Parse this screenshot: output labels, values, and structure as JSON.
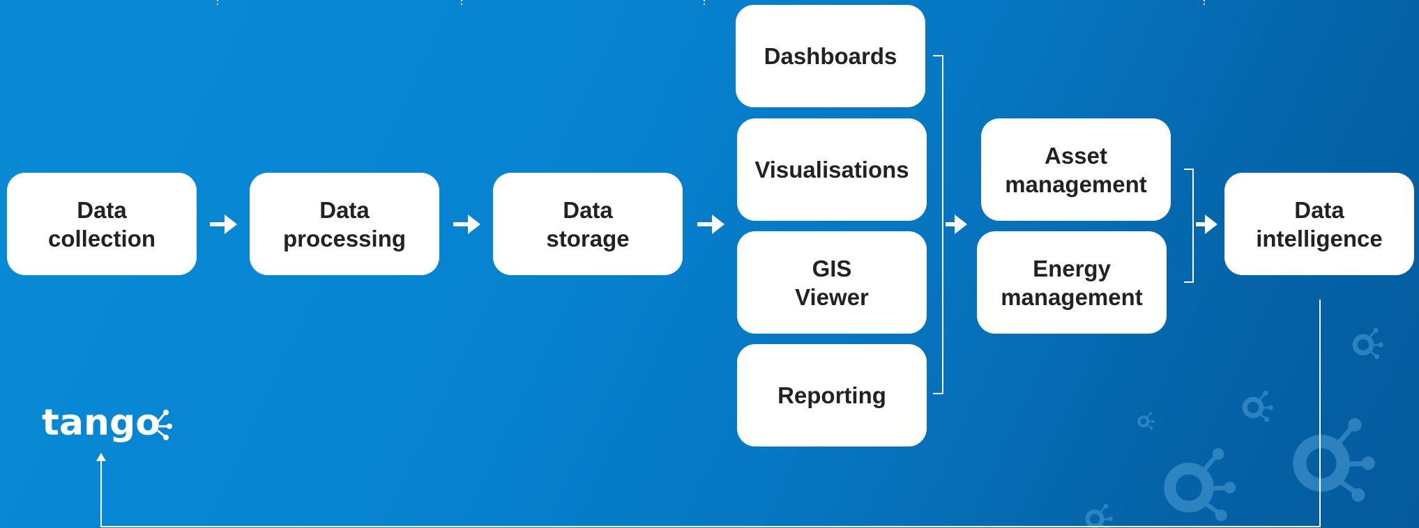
{
  "colors": {
    "background_start": "#0a8ad6",
    "background_end": "#045a9c",
    "box": "#ffffff",
    "box_text": "#222222",
    "line": "#ffffff"
  },
  "pipeline": [
    {
      "label": "Data\ncollection"
    },
    {
      "label": "Data\nprocessing"
    },
    {
      "label": "Data\nstorage"
    }
  ],
  "outputs": [
    {
      "label": "Dashboards"
    },
    {
      "label": "Visualisations"
    },
    {
      "label": "GIS\nViewer"
    },
    {
      "label": "Reporting"
    }
  ],
  "applications": [
    {
      "label": "Asset\nmanagement"
    },
    {
      "label": "Energy\nmanagement"
    }
  ],
  "result": {
    "label": "Data\nintelligence"
  },
  "logo": {
    "text": "tango"
  }
}
